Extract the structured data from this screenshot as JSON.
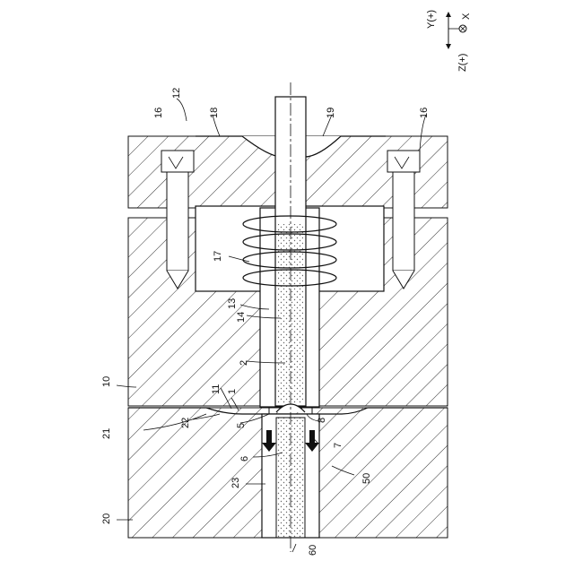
{
  "figure": {
    "axes": {
      "y": "Y(+)",
      "z": "Z(+)",
      "x": "X"
    },
    "labels": {
      "l1": "1",
      "l2": "2",
      "l5": "5",
      "l6": "6",
      "l7": "7",
      "l8": "8",
      "l10": "10",
      "l11": "11",
      "l12": "12",
      "l13": "13",
      "l14": "14",
      "l16a": "16",
      "l16b": "16",
      "l17": "17",
      "l18": "18",
      "l19": "19",
      "l20": "20",
      "l21": "21",
      "l22": "22",
      "l23": "23",
      "l50": "50",
      "l60": "60"
    }
  }
}
